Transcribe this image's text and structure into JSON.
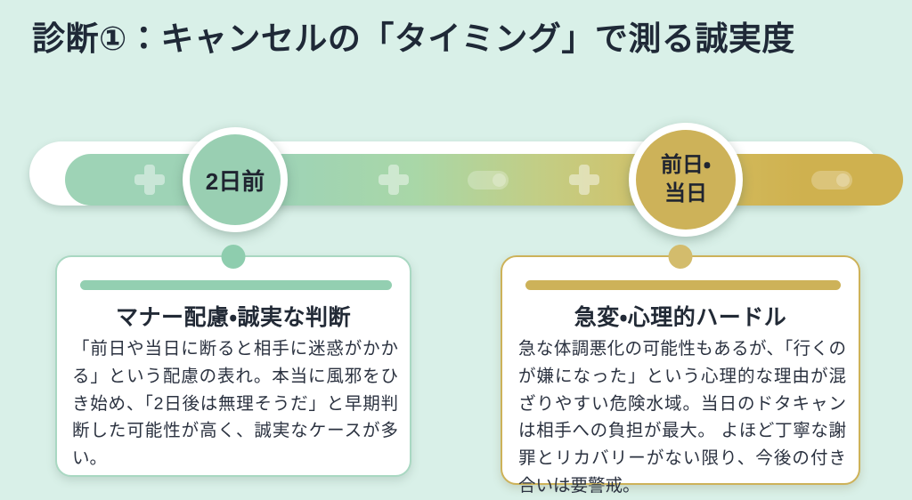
{
  "slide": {
    "background_color": "#d9f0e8",
    "title": "診断①：キャンセルの「タイミング」で測る誠実度"
  },
  "timeline": {
    "gradient_start_color": "#9ed3b6",
    "gradient_end_color": "#cfb14f",
    "decorations": [
      {
        "icon": "plus-icon"
      },
      {
        "icon": "plus-icon"
      },
      {
        "icon": "toggle-pill-icon"
      },
      {
        "icon": "plus-icon"
      },
      {
        "icon": "toggle-pill-icon"
      }
    ],
    "nodes": [
      {
        "id": "left",
        "label": "2日前",
        "color": "#99cfb2"
      },
      {
        "id": "right",
        "label_line1": "前日・",
        "label_line2": "当日",
        "color": "#cdb259"
      }
    ]
  },
  "cards": {
    "left": {
      "accent_color": "#93cfb1",
      "title": "マナー配慮・誠実な判断",
      "body": "「前日や当日に断ると相手に迷惑がかかる」という配慮の表れ。本当に風邪をひき始め、「2日後は無理そうだ」と早期判断した可能性が高く、誠実なケースが多い。"
    },
    "right": {
      "accent_color": "#cdb259",
      "title": "急変・心理的ハードル",
      "body": "急な体調悪化の可能性もあるが、「行くのが嫌になった」という心理的な理由が混ざりやすい危険水域。当日のドタキャンは相手への負担が最大。 よほど丁寧な謝罪とリカバリーがない限り、今後の付き合いは要警戒。"
    }
  }
}
